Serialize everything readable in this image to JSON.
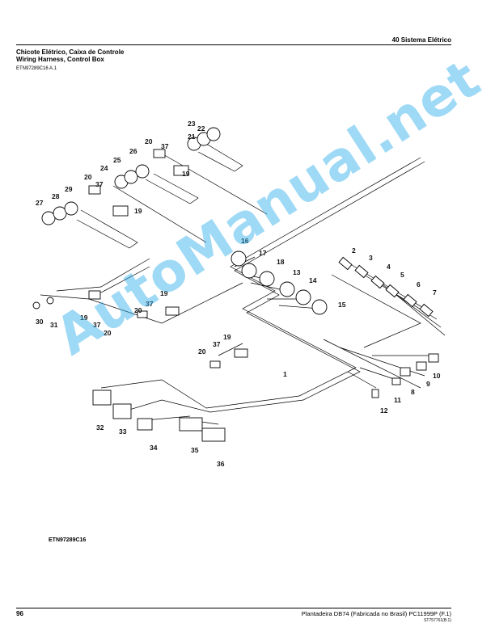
{
  "header": {
    "section": "40 Sistema Elétrico",
    "title_pt": "Chicote Elétrico, Caixa de Controle",
    "title_en": "Wiring Harness, Control Box",
    "figure_id": "ETN97289C16 A.1"
  },
  "figure": {
    "callouts": {
      "c1": "1",
      "c2": "2",
      "c3": "3",
      "c4": "4",
      "c5": "5",
      "c6": "6",
      "c7": "7",
      "c8": "8",
      "c9": "9",
      "c10": "10",
      "c11": "11",
      "c12": "12",
      "c13": "13",
      "c14": "14",
      "c15": "15",
      "c16": "16",
      "c17": "17",
      "c18": "18",
      "c19a": "19",
      "c19b": "19",
      "c19c": "19",
      "c19d": "19",
      "c19e": "19",
      "c20a": "20",
      "c20b": "20",
      "c20c": "20",
      "c20d": "20",
      "c20e": "20",
      "c21": "21",
      "c22": "22",
      "c23": "23",
      "c24": "24",
      "c25": "25",
      "c26": "26",
      "c27": "27",
      "c28": "28",
      "c29": "29",
      "c30": "30",
      "c31": "31",
      "c32": "32",
      "c33": "33",
      "c34": "34",
      "c35": "35",
      "c36": "36",
      "c37a": "37",
      "c37b": "37",
      "c37c": "37",
      "c37d": "37",
      "c37e": "37"
    },
    "footer_id": "ETN97289C16"
  },
  "watermark": "AutoManual.net",
  "footer": {
    "page": "96",
    "publication": "Plantadeira DB74 (Fabricada no Brasil)   PC11999P   (F.1)",
    "code": "ST757761(B.1)"
  },
  "colors": {
    "watermark": "#28aaeb",
    "ink": "#000000"
  }
}
